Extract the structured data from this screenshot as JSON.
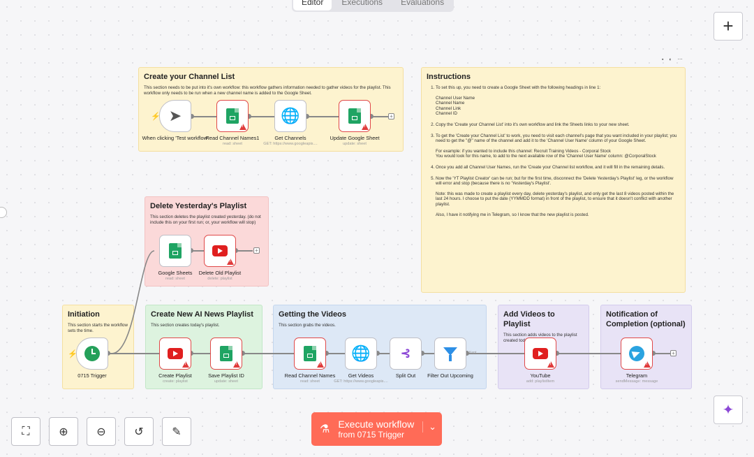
{
  "tabs": [
    "Editor",
    "Executions",
    "Evaluations"
  ],
  "toolbar": {
    "add": "+",
    "mini_icons": "▪ ◐ ⋯"
  },
  "sections": {
    "channel_list": {
      "title": "Create your Channel List",
      "desc": "This section needs to be put into it's own workflow: this workflow gathers information needed to gather videos for the playlist. This workflow only needs to be run when a new channel name is added to the Google Sheet."
    },
    "delete": {
      "title": "Delete Yesterday's Playlist",
      "desc": "This section deletes the playlist created yesterday. (do not include this on your first run; or, your workflow will stop)"
    },
    "initiation": {
      "title": "Initiation",
      "desc": "This section starts the workflow sets the time."
    },
    "create": {
      "title": "Create New AI News Playlist",
      "desc": "This section creates today's playlist."
    },
    "getting": {
      "title": "Getting the Videos",
      "desc": "This section grabs the videos."
    },
    "add": {
      "title": "Add Videos to Playlist",
      "desc": "This section adds videos to the playlist created today."
    },
    "notify": {
      "title": "Notification of Completion (optional)"
    }
  },
  "instructions": {
    "title": "Instructions",
    "s1": "To set this up, you need to create a Google Sheet with the following headings in line 1:",
    "headings": [
      "Channel User Name",
      "Channel Name",
      "Channel Link",
      "Channel ID"
    ],
    "s2": "Copy the 'Create your Channel List' into it's own workflow and link the Sheets links to your new sheet.",
    "s3": "To get the 'Create your Channel List' to work, you need to visit each channel's page that you want included in your playlist; you need to get the \"@\" name of the channel and add it to the 'Channel User Name' column of your Google Sheet.",
    "s3_example": "For example: if you wanted to include this channel: Recruit Training Videos - Corporal Stock",
    "s3_example2": "You would look for this name, to add to the next available row of the 'Channel User Name' column: @CorporalStock",
    "s4": "Once you add all Channel User Names, run the 'Create your Channel list workflow, and it will fill in the remaining details.",
    "s5": "Now the 'YT Playlist Creator' can be run; but for the first time, disconnect the 'Delete Yesterday's Playlist' leg, or the workflow will error and stop (because there is no 'Yesterday's Playlist'.",
    "s5_note": "Note: this was made to create a playlist every day, delete yesterday's playlist, and only get the last 8 videos posted within the last 24 hours. I choose to put the date (YYMMDD format) in front of the playlist, to ensure that it doesn't conflict with another playlist.",
    "s5_note2": "Also, I have it notifying me in Telegram, so I know that the new playlist is posted."
  },
  "nodes": {
    "manual": {
      "label": "When clicking 'Test workflow'",
      "sub": ""
    },
    "read_channels1": {
      "label": "Read Channel Names1",
      "sub": "read: sheet"
    },
    "get_channels": {
      "label": "Get Channels",
      "sub": "GET: https://www.googleapis...."
    },
    "update_sheet": {
      "label": "Update Google Sheet",
      "sub": "update: sheet"
    },
    "google_sheets": {
      "label": "Google Sheets",
      "sub": "read: sheet"
    },
    "delete_old": {
      "label": "Delete Old Playlist",
      "sub": "delete: playlist"
    },
    "trigger": {
      "label": "0715 Trigger",
      "sub": ""
    },
    "create_playlist": {
      "label": "Create Playlist",
      "sub": "create: playlist"
    },
    "save_playlist": {
      "label": "Save Playlist ID",
      "sub": "update: sheet"
    },
    "read_channels": {
      "label": "Read Channel Names",
      "sub": "read: sheet"
    },
    "get_videos": {
      "label": "Get Videos",
      "sub": "GET: https://www.googleapis...."
    },
    "split_out": {
      "label": "Split Out",
      "sub": ""
    },
    "filter": {
      "label": "Filter Out Upcoming",
      "sub": ""
    },
    "youtube": {
      "label": "YouTube",
      "sub": "add: playlistItem"
    },
    "telegram": {
      "label": "Telegram",
      "sub": "sendMessage: message"
    }
  },
  "edge_label": "Kept",
  "bottom": {
    "execute_title": "Execute workflow",
    "execute_sub": "from 0715 Trigger"
  },
  "icons": {
    "fit": "fit-view-icon",
    "zoom_in": "zoom-in-icon",
    "zoom_out": "zoom-out-icon",
    "reset": "reset-icon",
    "clean": "clean-up-icon",
    "ai": "sparkle-icon"
  }
}
